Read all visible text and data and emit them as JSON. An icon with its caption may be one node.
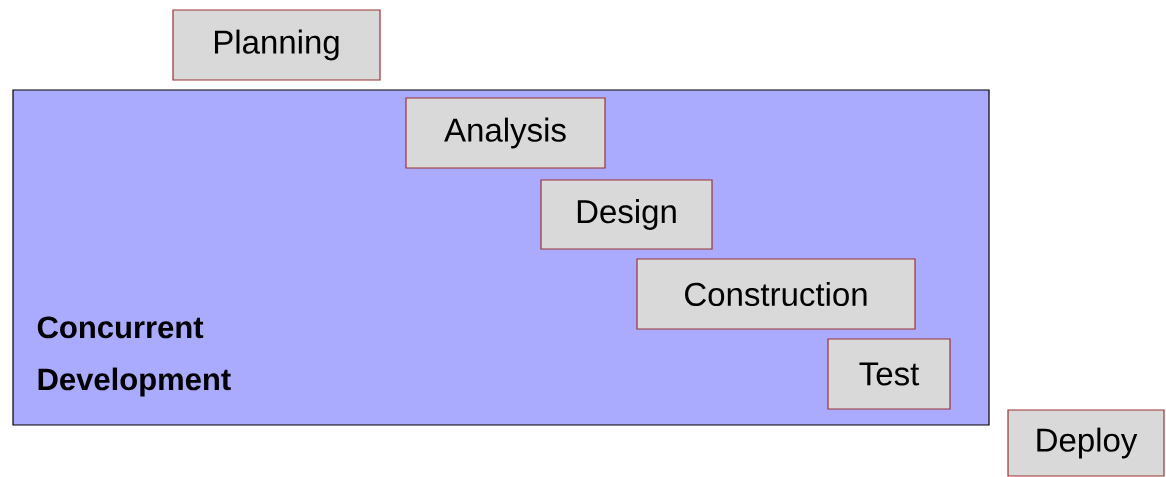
{
  "diagram": {
    "nodes": [
      {
        "text": [
          "Planning"
        ]
      },
      {
        "text": [
          "Concurrent Development"
        ]
      },
      {
        "text": [
          "Analysis"
        ],
        "in": 1
      },
      {
        "text": [
          "Design"
        ],
        "in": 1
      },
      {
        "text": [
          "Construction"
        ],
        "in": 1
      },
      {
        "text": [
          "Test"
        ],
        "in": 1
      },
      {
        "text": [
          "Deploy"
        ]
      }
    ]
  }
}
